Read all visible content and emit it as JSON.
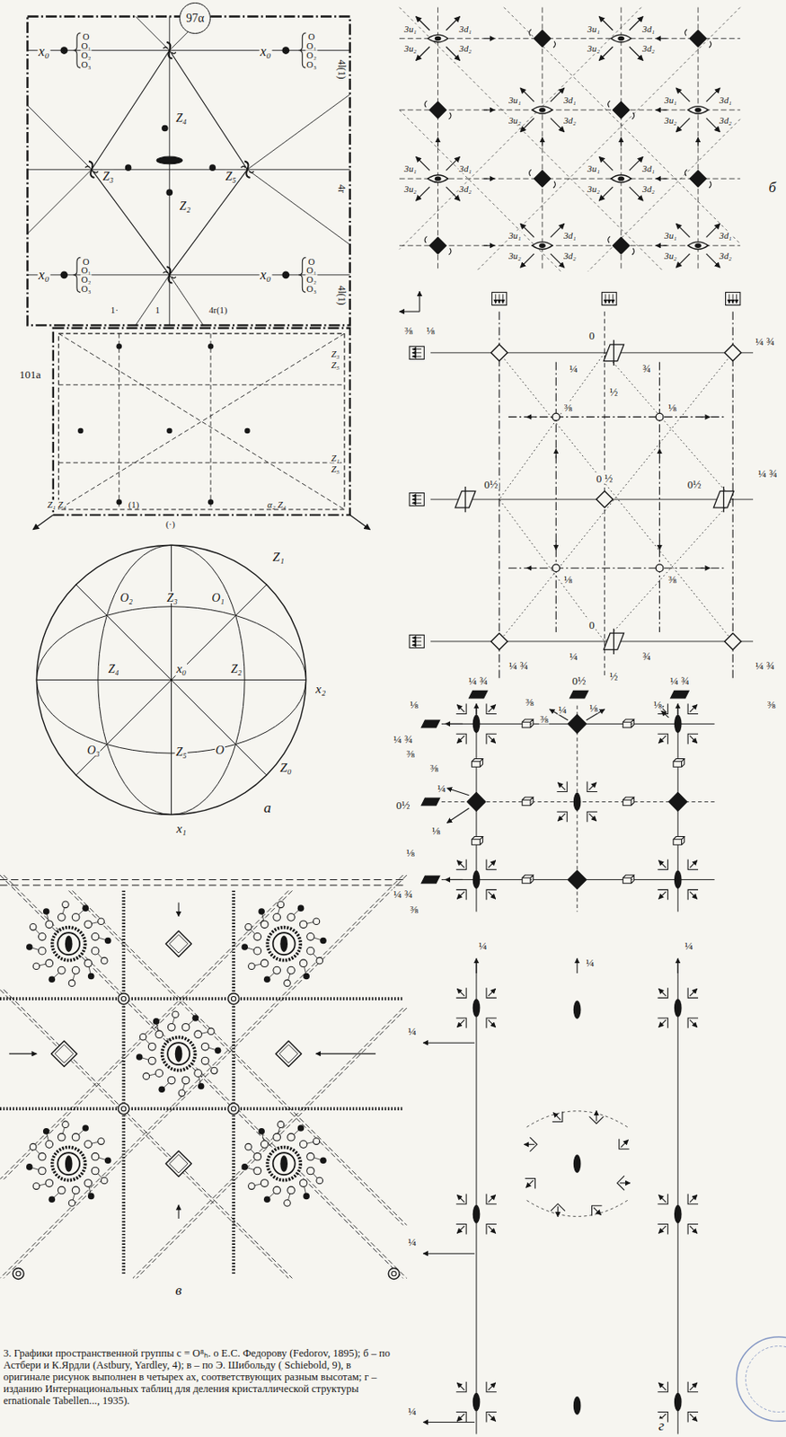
{
  "diagram": {
    "caption": "3. Графики пространственной группы c = O⁸ₕ. о Е.С. Федорову (Fedorov, 1895); б – по Астбери и К.Ярдли (Astbury, Yardley, 4); в – по Э. Шибольду ( Schiebold, 9), в оригинале рисунок выполнен в четырех ах, соответствующих разным высотам; г – изданию Интернациональных таблиц для деления кристаллической структуры ernationale Tabellen..., 1935).",
    "nodes": [
      {
        "text": [
          "97α"
        ]
      }
    ],
    "labels": [
      "x₀",
      "O",
      "O₁",
      "O₂",
      "O₃",
      "x₀",
      "O",
      "O₁",
      "O₂",
      "O₃",
      "x₀",
      "O",
      "O₁",
      "O₂",
      "O₃",
      "x₀",
      "O",
      "O₁",
      "O₂",
      "O₃",
      "4l(1)",
      "4r",
      "4l(1)",
      "Z₄",
      "Z₃",
      "Z₅",
      "Z₂",
      "1·",
      "1",
      "4r(1)",
      "101a",
      "Z₃",
      "Z₅",
      "Z₁",
      "Z₅",
      "Z₁ Z₄",
      "(1)",
      "(·)",
      "α₂ Z₄",
      "Z₁",
      "O₂",
      "Z₃",
      "O₁",
      "Z₄",
      "x₀",
      "Z₂",
      "x₂",
      "O₃",
      "Z₅",
      "O",
      "Z₀",
      "x₁",
      "a",
      "3u₁",
      "3d₁",
      "3u₂",
      "3d₂",
      "3u₁",
      "3d₁",
      "3u₂",
      "3d₂",
      "3u₁",
      "3d₁",
      "3u₂",
      "3d₂",
      "3u₁",
      "3d₁",
      "3u₂",
      "3d₂",
      "3u₁",
      "3d₁",
      "3u₂",
      "3d₂",
      "3u₁",
      "3d₁",
      "3u₂",
      "3d₂",
      "3u₁",
      "3d₁",
      "3u₂",
      "3d₂",
      "3u₁",
      "3d₁",
      "3u₂",
      "3d₂",
      "б",
      "⅜",
      "⅛",
      "¼ ¾",
      "0",
      "¼",
      "¾",
      "½",
      "⅜",
      "⅛",
      "0½",
      "0 ½",
      "0½",
      "¼ ¾",
      "⅛",
      "⅜",
      "0",
      "¼",
      "¾",
      "½",
      "¼ ¾",
      "¼ ¾",
      "¼ ¾",
      "0½",
      "¼ ¾",
      "⅛",
      "⅜",
      "⅜",
      "¼",
      "⅛",
      "⅛",
      "⅜",
      "¼ ¾",
      "⅜",
      "⅜",
      "0½",
      "¼",
      "⅛",
      "⅛",
      "¼ ¾",
      "⅜",
      "¼",
      "¼",
      "¼",
      "¼",
      "¼",
      "¼",
      "г",
      "в"
    ]
  }
}
